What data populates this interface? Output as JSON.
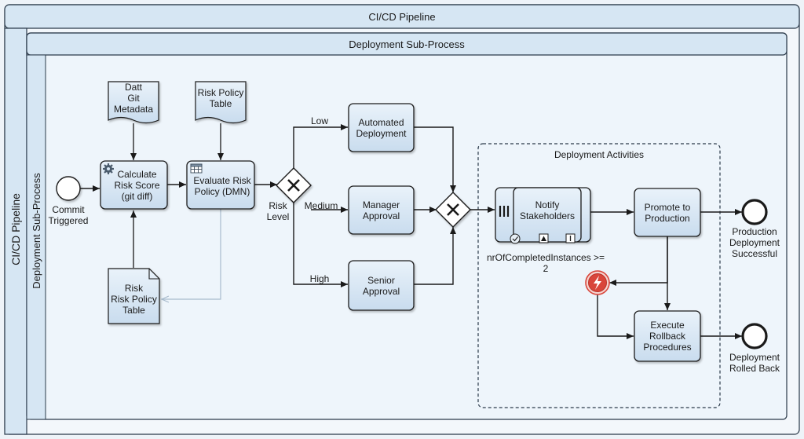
{
  "pool": {
    "title": "CI/CD Pipeline",
    "side_label": "CI/CD Pipeline"
  },
  "subprocess": {
    "title": "Deployment Sub-Process",
    "side_label": "Deployment Sub-Process"
  },
  "group": {
    "title": "Deployment Activities"
  },
  "events": {
    "start": "Commit\nTriggered",
    "end_success": "Production\nDeployment\nSuccessful",
    "end_rollback": "Deployment\nRolled Back"
  },
  "data_stores": {
    "git_metadata": "Datt\nGit Metadata",
    "risk_policy_table": "Risk Policy\nTable"
  },
  "data_object": {
    "risk_policy": "Risk\nRisk Policy\nTable"
  },
  "tasks": {
    "calculate_risk": "Calculate\nRisk Score\n(git diff)",
    "evaluate_policy": "Evaluate Risk\nPolicy (DMN)",
    "automated_deployment": "Automated\nDeployment",
    "manager_approval": "Manager\nApproval",
    "senior_approval": "Senior\nApproval",
    "notify_stakeholders": "Notify\nStakeholders",
    "promote_production": "Promote to\nProduction",
    "execute_rollback": "Execute\nRollback\nProcedures"
  },
  "gateways": {
    "risk_level": "Risk\nLevel"
  },
  "flows": {
    "low": "Low",
    "medium": "Medium",
    "high": "High"
  },
  "completion_condition": "nrOfCompletedInstances >=\n2",
  "colors": {
    "pool_header": "#d6e6f3",
    "subprocess_fill": "#eef5fb",
    "task_fill": "#d9e8f5",
    "line": "#1a1a1a",
    "error_event": "#d9463b"
  }
}
